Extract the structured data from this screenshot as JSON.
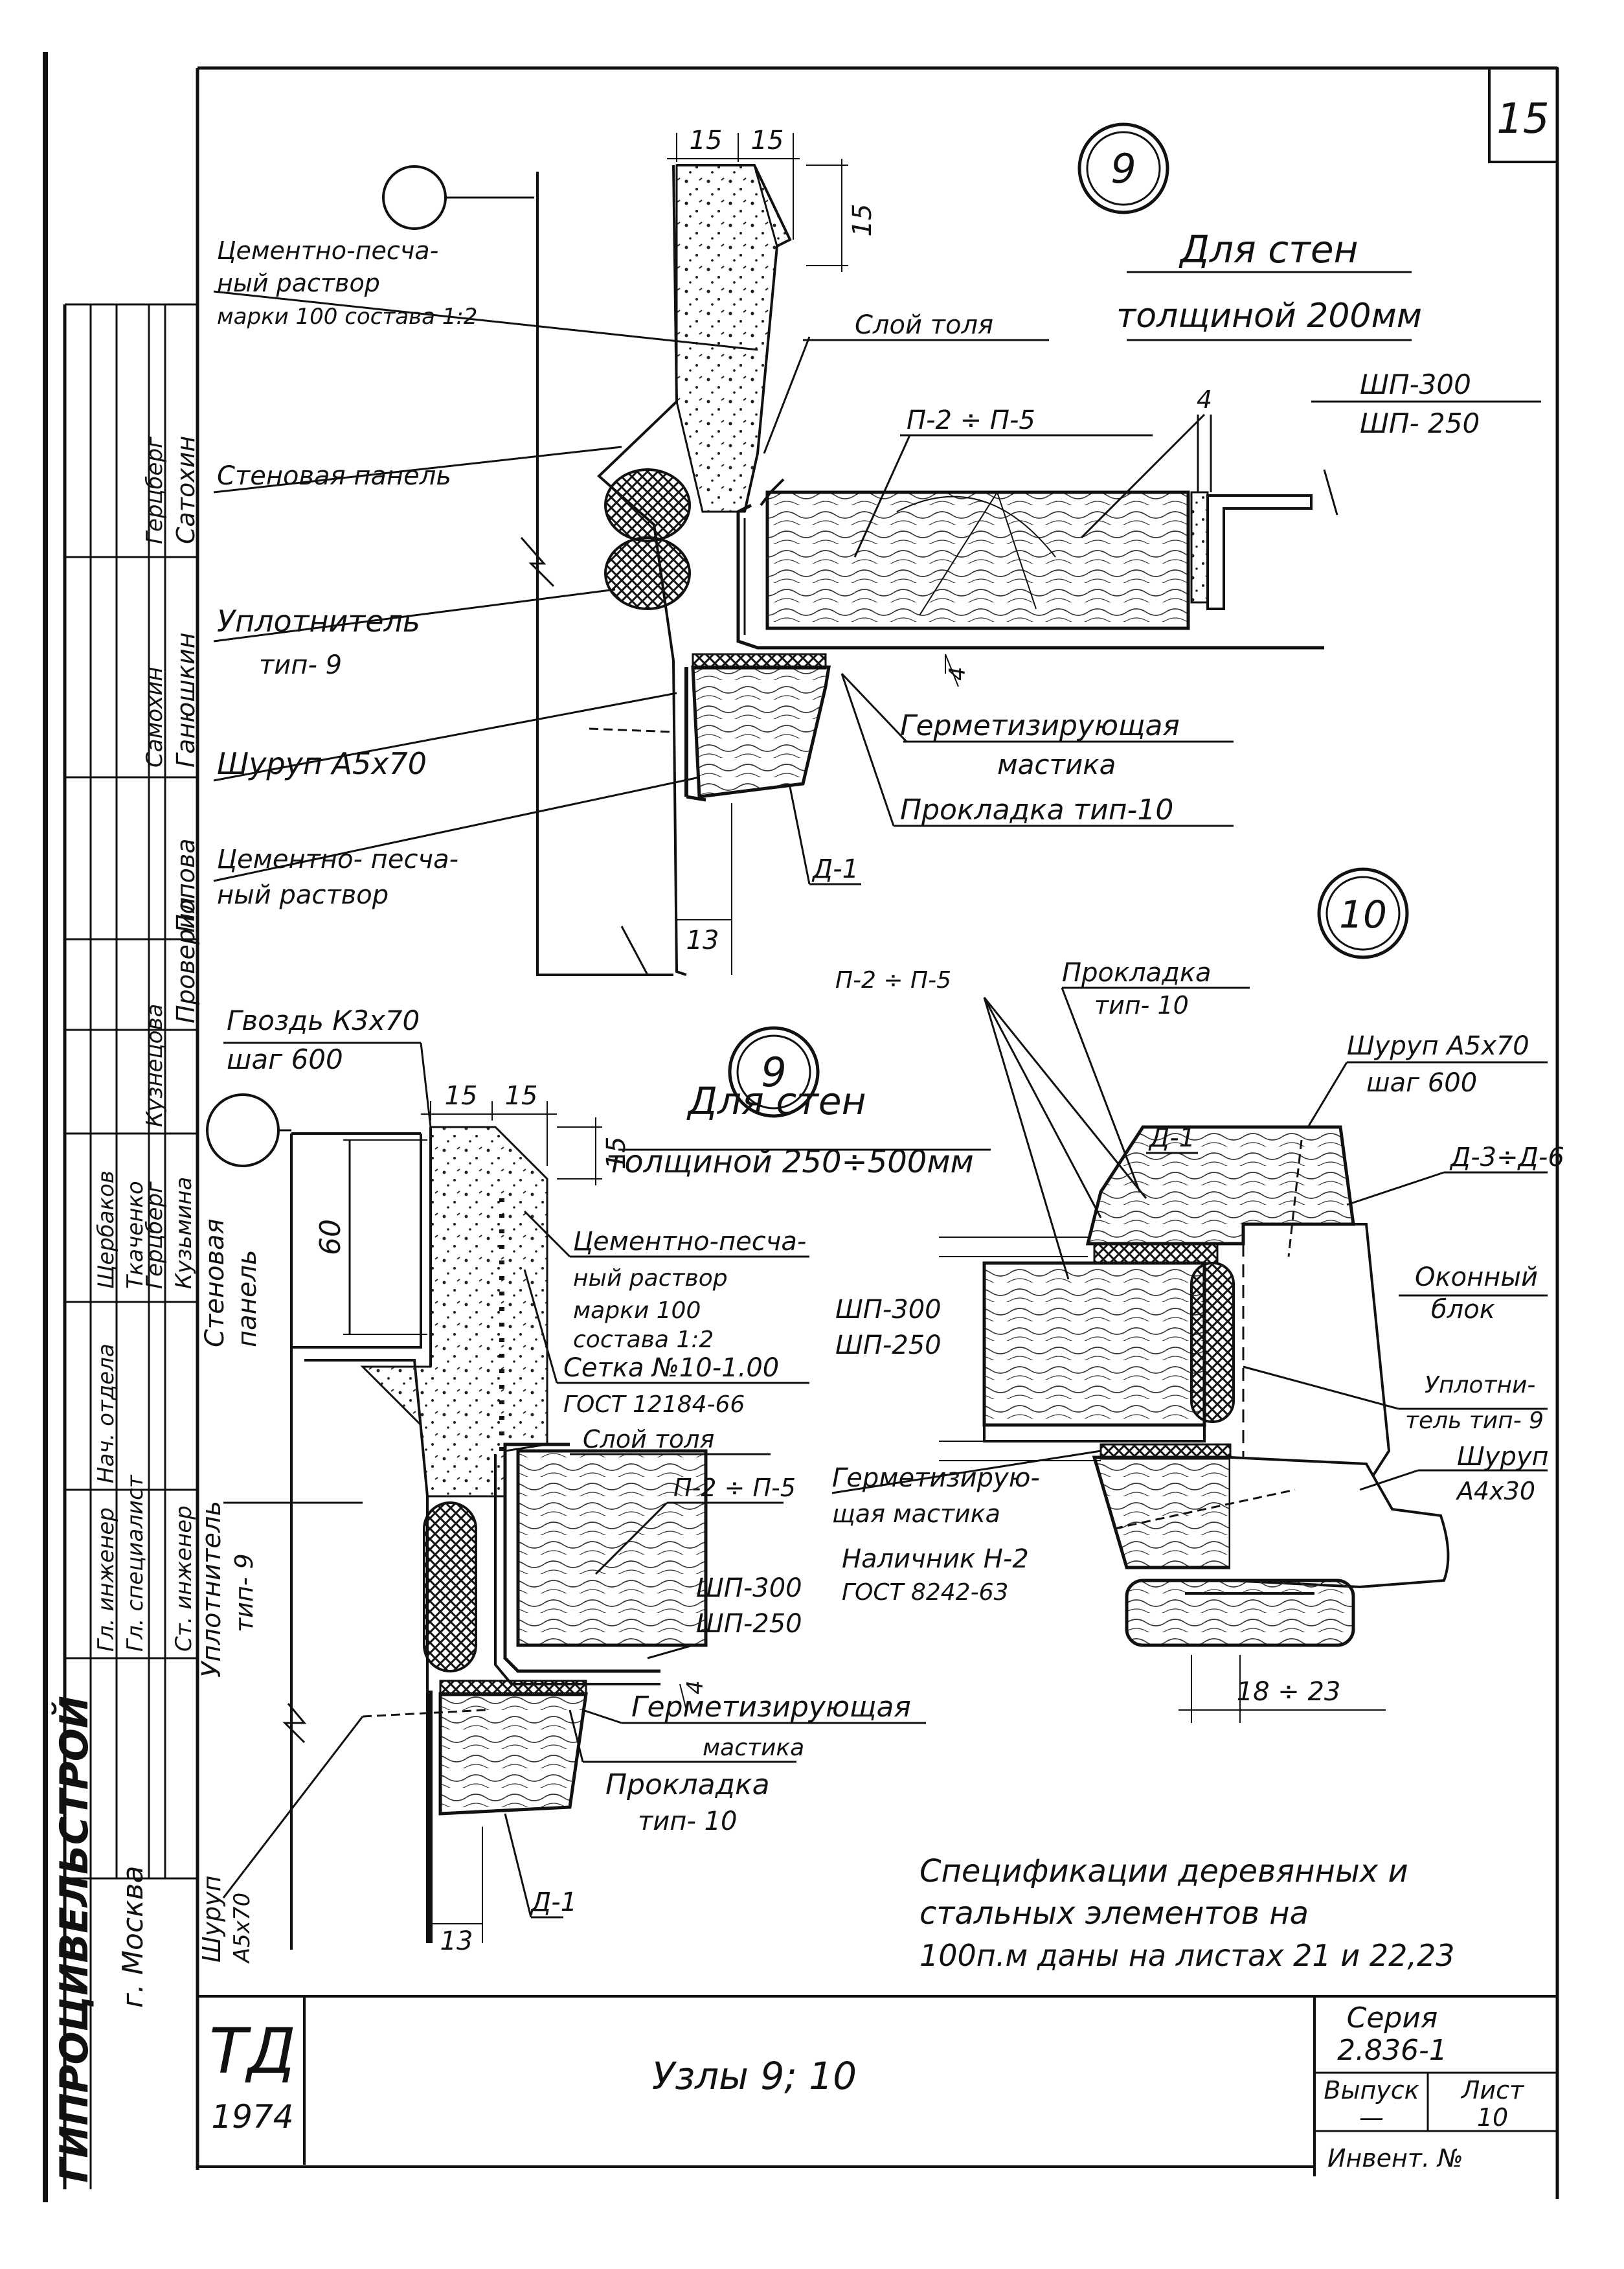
{
  "sheet": {
    "page_number": "15",
    "stamp_td": "ТД",
    "stamp_year": "1974",
    "title": "Узлы 9; 10",
    "series_label": "Серия",
    "series_value": "2.836-1",
    "issue_label": "Выпуск",
    "issue_value": "—",
    "sheet_label": "Лист",
    "sheet_value": "10",
    "inventory_label": "Инвент. №"
  },
  "title_block_side": {
    "org": "ГИПРОЦИВЕЛЬСТРОЙ",
    "city": "г. Москва",
    "rows": [
      {
        "role": "Нач. отдела",
        "name": "Щербаков"
      },
      {
        "role": "Гл. инженер",
        "name": "Ткаченко"
      },
      {
        "role": "Гл. специалист",
        "name": "Герцберг"
      },
      {
        "role": "Ст. инженер",
        "name": "Кузьмина"
      }
    ],
    "approvals": [
      "Сатохин",
      "Ганюшкин",
      "Попова",
      "Проверил"
    ],
    "signatures": [
      "Герцберг",
      "Самохин",
      "Кузнецова"
    ]
  },
  "node9_top": {
    "number": "9",
    "title_line1": "Для стен",
    "title_line2": "толщиной 200мм",
    "dim_15a": "15",
    "dim_15b": "15",
    "dim_15v": "15",
    "dim_4": "4",
    "dim_4b": "4",
    "dim_13": "13",
    "labels": {
      "mortar": [
        "Цементно-песча-",
        "ный раствор",
        "марки 100 состава 1:2"
      ],
      "wall_panel": "Стеновая панель",
      "sealant": [
        "Уплотнитель",
        "тип- 9"
      ],
      "screw": "Шуруп А5х70",
      "mortar2": [
        "Цементно- песча-",
        "ный раствор"
      ],
      "tar_layer": "Слой толя",
      "beam": "П-2 ÷ П-5",
      "plate": [
        "ШП-300",
        "ШП- 250"
      ],
      "mastic": [
        "Герметизирующая",
        "мастика"
      ],
      "gasket": "Прокладка тип-10",
      "d1": "Д-1"
    }
  },
  "node9_bottom": {
    "number": "9",
    "title_line1": "Для стен",
    "title_line2": "толщиной 250÷500мм",
    "dim_15a": "15",
    "dim_15b": "15",
    "dim_15v": "15",
    "dim_60": "60",
    "dim_4": "4",
    "dim_13": "13",
    "labels": {
      "nail": [
        "Гвоздь К3х70",
        "шаг 600"
      ],
      "mortar": [
        "Цементно-песча-",
        "ный раствор",
        "марки 100",
        "состава 1:2"
      ],
      "mesh": [
        "Сетка №10-1.00",
        "ГОСТ 12184-66"
      ],
      "tar_layer": "Слой толя",
      "beam": "П-2 ÷ П-5",
      "plate": [
        "ШП-300",
        "ШП-250"
      ],
      "mastic": [
        "Герметизирующая",
        "мастика"
      ],
      "gasket": [
        "Прокладка",
        "тип- 10"
      ],
      "d1": "Д-1",
      "wall_panel": [
        "Стеновая",
        "панель"
      ],
      "sealant": [
        "Уплотнитель",
        "тип- 9"
      ],
      "screw": [
        "Шуруп",
        "А5х70"
      ]
    }
  },
  "node10": {
    "number": "10",
    "labels": {
      "beam": "П-2 ÷ П-5",
      "gasket": [
        "Прокладка",
        "тип- 10"
      ],
      "screw_top": [
        "Шуруп А5х70",
        "шаг 600"
      ],
      "d1": "Д-1",
      "d3": "Д-3÷Д-6",
      "window": [
        "Оконный",
        "блок"
      ],
      "sealant": [
        "Уплотни-",
        "тель тип- 9"
      ],
      "screw_bottom": [
        "Шуруп",
        "А4х30"
      ],
      "plate": [
        "ШП-300",
        "ШП-250"
      ],
      "mastic": [
        "Герметизирую-",
        "щая мастика"
      ],
      "trim": [
        "Наличник Н-2",
        "ГОСТ 8242-63"
      ],
      "dim_18_23": "18 ÷ 23"
    }
  },
  "note": [
    "Спецификации деревянных и",
    "стальных элементов на",
    "100п.м даны на листах 21 и 22,23"
  ]
}
